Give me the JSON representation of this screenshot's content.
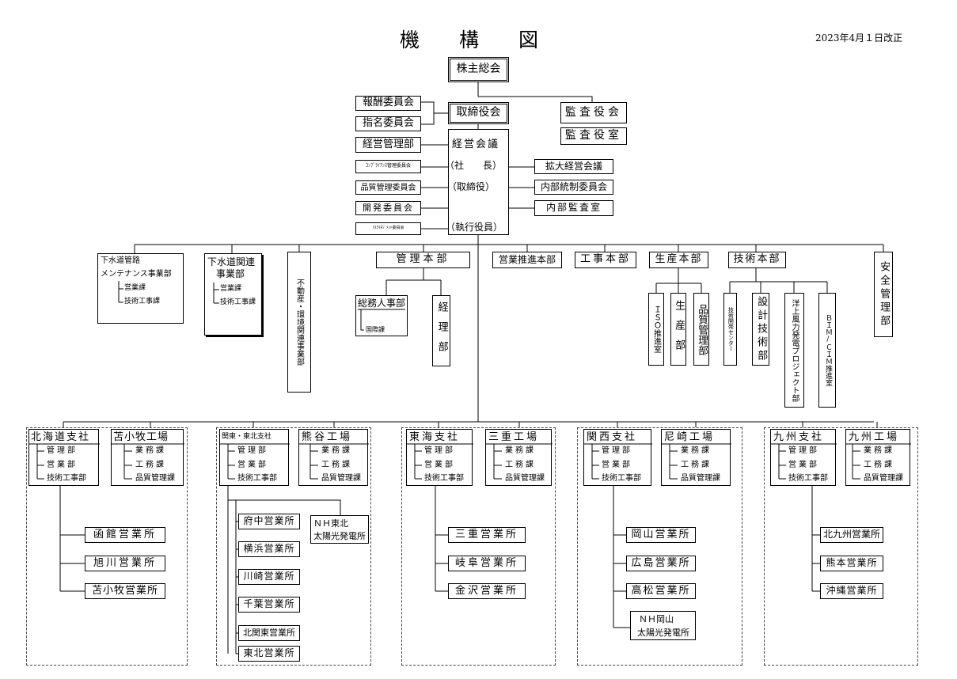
{
  "title": "機　　構　　図",
  "date": "2023年4月１日改正",
  "top": {
    "shareholders": "株主総会",
    "board": "取締役会",
    "remuneration": "報酬委員会",
    "nomination": "指名委員会",
    "auditors": "監査役会",
    "auditors_office": "監査役室",
    "mgmt_dept": "経営管理部",
    "compliance": "ｺﾝﾌﾟﾗｲｱﾝｽ管理委員会",
    "quality": "品質管理委員会",
    "development": "開発委員会",
    "risk": "ﾘｽｸﾏﾈｼﾞﾒﾝﾄ委員会",
    "exec_meeting": "経営会議",
    "president": "（社　　長）",
    "director": "（取締役）",
    "officer": "（執行役員）",
    "expanded_meeting": "拡大経営会議",
    "internal_control": "内部統制委員会",
    "internal_audit": "内部監査室"
  },
  "divisions": {
    "sewer_maint": {
      "line1": "下水道管路",
      "line2": "メンテナンス事業部",
      "sub1": "営業課",
      "sub2": "技術工事課"
    },
    "sewer_rel": {
      "line1": "下水道関連",
      "line2": "事業部",
      "sub1": "営業課",
      "sub2": "技術工事課"
    },
    "realestate": "不動産・環境関連事業部",
    "admin_hq": "管理本部",
    "general_affairs": "総務人事部",
    "intl": "国際課",
    "accounting": "経理部",
    "sales_promo": "営業推進本部",
    "construction_hq": "工事本部",
    "production_hq": "生産本部",
    "iso": "ＩＳＯ推進室",
    "production": "生産部",
    "qa": "品質管理部",
    "tech_hq": "技術本部",
    "tech_dev": "技術開発センター",
    "design": "設計技術部",
    "offshore": "洋上風力発電プロジェクト部",
    "bim": "ＢＩＭ/ＣＩＭ推進室",
    "safety": "安全管理部"
  },
  "branches": {
    "hokkaido": {
      "name": "北海道支社",
      "subs": [
        "管理部",
        "営業部",
        "技術工事部"
      ],
      "offices": [
        "函館営業所",
        "旭川営業所",
        "苫小牧営業所"
      ]
    },
    "tomakomai": {
      "name": "苫小牧工場",
      "subs": [
        "業務課",
        "工務課",
        "品質管理課"
      ]
    },
    "kanto": {
      "name": "関東・東北支社",
      "subs": [
        "管理部",
        "営業部",
        "技術工事部"
      ],
      "offices": [
        "府中営業所",
        "横浜営業所",
        "川崎営業所",
        "千葉営業所",
        "北関東営業所",
        "東北営業所"
      ],
      "solar1": "ＮＨ東北",
      "solar2": "太陽光発電所"
    },
    "kumagaya": {
      "name": "熊谷工場",
      "subs": [
        "業務課",
        "工務課",
        "品質管理課"
      ]
    },
    "tokai": {
      "name": "東海支社",
      "subs": [
        "管理部",
        "営業部",
        "技術工事部"
      ],
      "offices": [
        "三重営業所",
        "岐阜営業所",
        "金沢営業所"
      ]
    },
    "mie": {
      "name": "三重工場",
      "subs": [
        "業務課",
        "工務課",
        "品質管理課"
      ]
    },
    "kansai": {
      "name": "関西支社",
      "subs": [
        "管理部",
        "営業部",
        "技術工事部"
      ],
      "offices": [
        "岡山営業所",
        "広島営業所",
        "高松営業所"
      ],
      "solar1": "ＮＨ岡山",
      "solar2": "太陽光発電所"
    },
    "amagasaki": {
      "name": "尼崎工場",
      "subs": [
        "業務課",
        "工務課",
        "品質管理課"
      ]
    },
    "kyushu": {
      "name": "九州支社",
      "subs": [
        "管理部",
        "営業部",
        "技術工事部"
      ],
      "offices": [
        "北九州営業所",
        "熊本営業所",
        "沖縄営業所"
      ]
    },
    "kyushu_factory": {
      "name": "九州工場",
      "subs": [
        "業務課",
        "工務課",
        "品質管理課"
      ]
    }
  }
}
